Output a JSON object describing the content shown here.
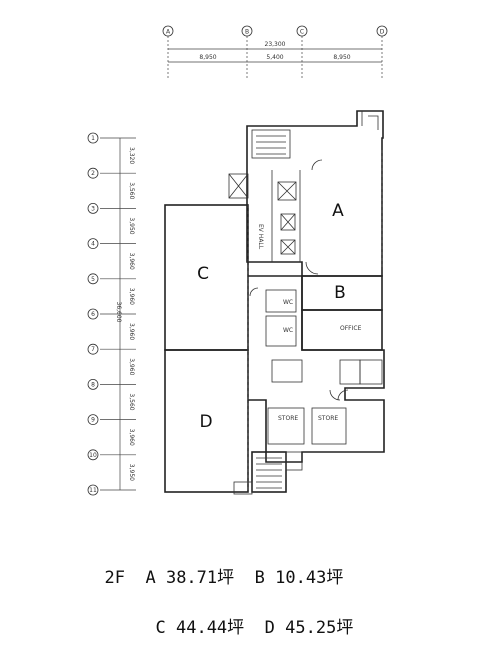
{
  "grid": {
    "columns": [
      "Ⓐ",
      "Ⓑ",
      "Ⓒ",
      "Ⓓ"
    ],
    "rows": [
      "1",
      "2",
      "3",
      "4",
      "5",
      "6",
      "7",
      "8",
      "9",
      "10",
      "11"
    ],
    "total_width": "23,300",
    "spans": [
      "8,950",
      "5,400",
      "8,950"
    ],
    "total_depth": "36,600",
    "row_spans": [
      "3,320",
      "3,560",
      "3,950",
      "3,960",
      "3,960",
      "3,960",
      "3,960",
      "3,560",
      "3,960",
      "3,950"
    ]
  },
  "rooms": {
    "A": "A",
    "B": "B",
    "C": "C",
    "D": "D"
  },
  "legend": {
    "floor": "2F",
    "a_label": "A",
    "a_area": "38.71",
    "b_label": "B",
    "b_area": "10.43",
    "c_label": "C",
    "c_area": "44.44",
    "d_label": "D",
    "d_area": "45.25",
    "unit": "坪"
  }
}
